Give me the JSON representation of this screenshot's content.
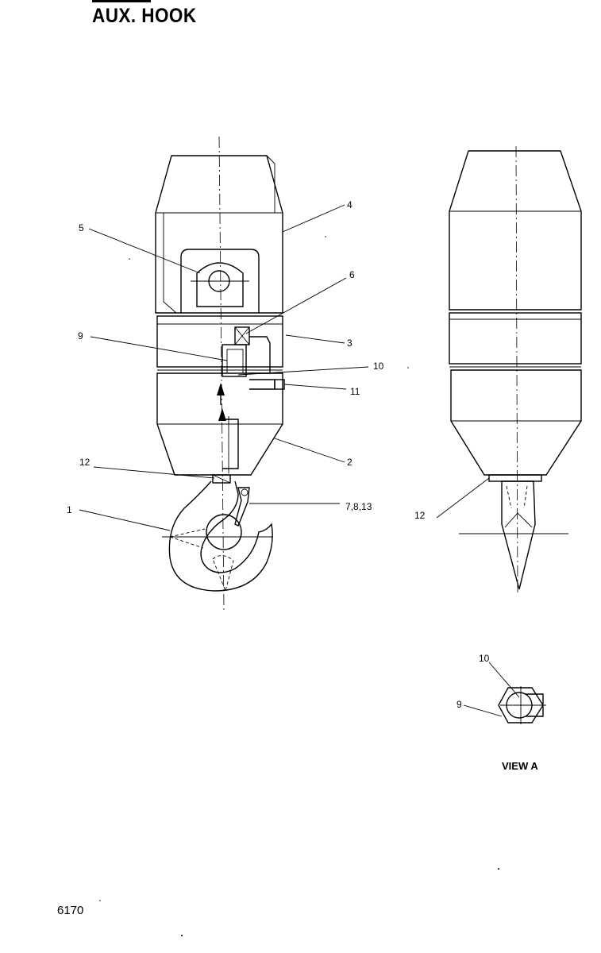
{
  "header": {
    "title": "AUX. HOOK"
  },
  "callouts": {
    "c1": "1",
    "c2": "2",
    "c3": "3",
    "c4": "4",
    "c5": "5",
    "c6": "6",
    "c7813": "7,8,13",
    "c9": "9",
    "c10": "10",
    "c11": "11",
    "c12": "12",
    "side_c12": "12",
    "view_c10": "10",
    "view_c9": "9"
  },
  "view_label": "VIEW A",
  "page_number": "6170"
}
